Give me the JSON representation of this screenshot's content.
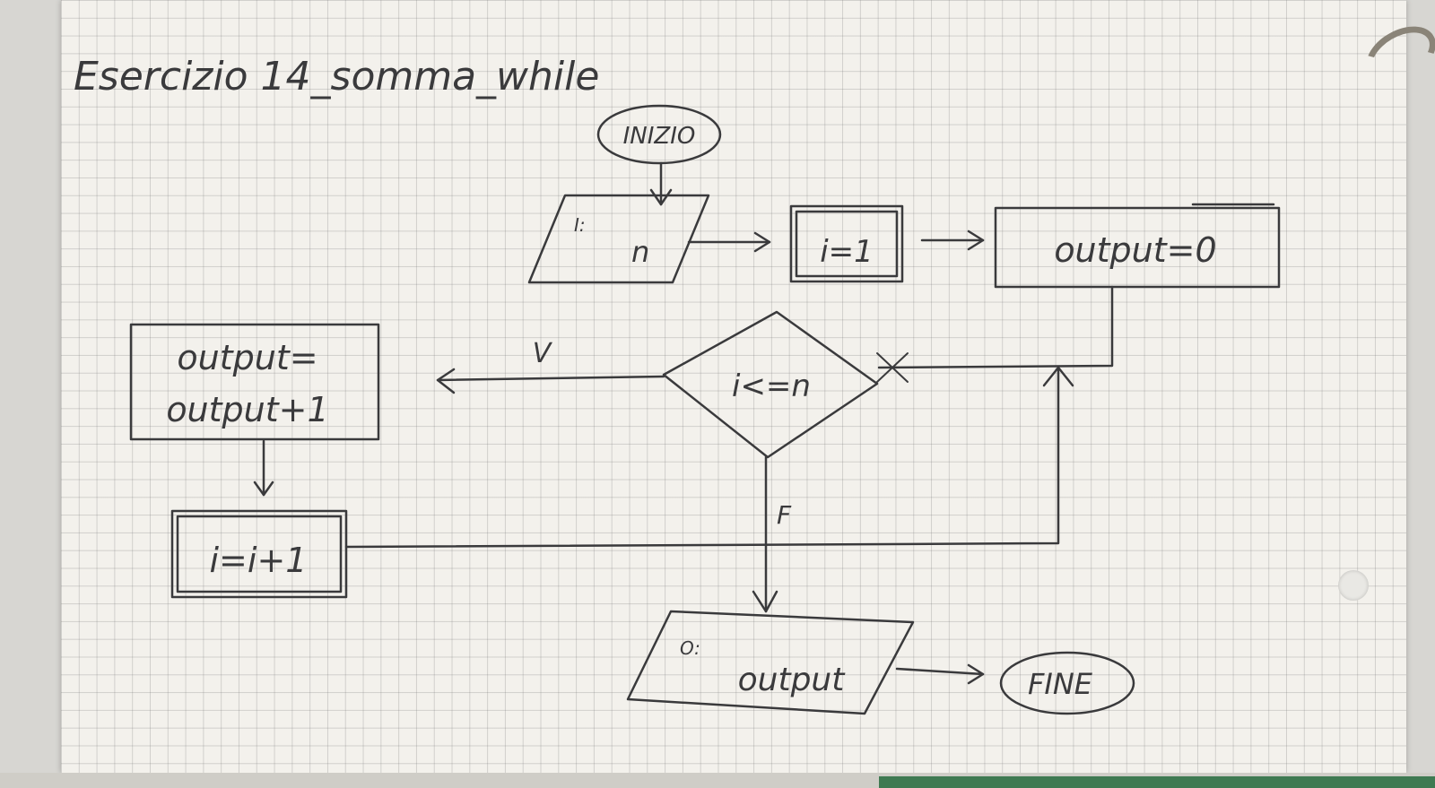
{
  "title": "Esercizio 14_somma_while",
  "nodes": {
    "start": "INIZIO",
    "input_prefix": "I:",
    "input_var": "n",
    "assign_i": "i=1",
    "assign_output": "output=0",
    "condition": "i<=n",
    "body_line1": "output=",
    "body_line2": "output+1",
    "increment": "i=i+1",
    "output_prefix": "O:",
    "output_var": "output",
    "end": "FINE"
  },
  "edges": {
    "true_label": "V",
    "false_label": "F"
  },
  "colors": {
    "ink": "#3a3a3c",
    "paper": "#f3f1ec"
  }
}
